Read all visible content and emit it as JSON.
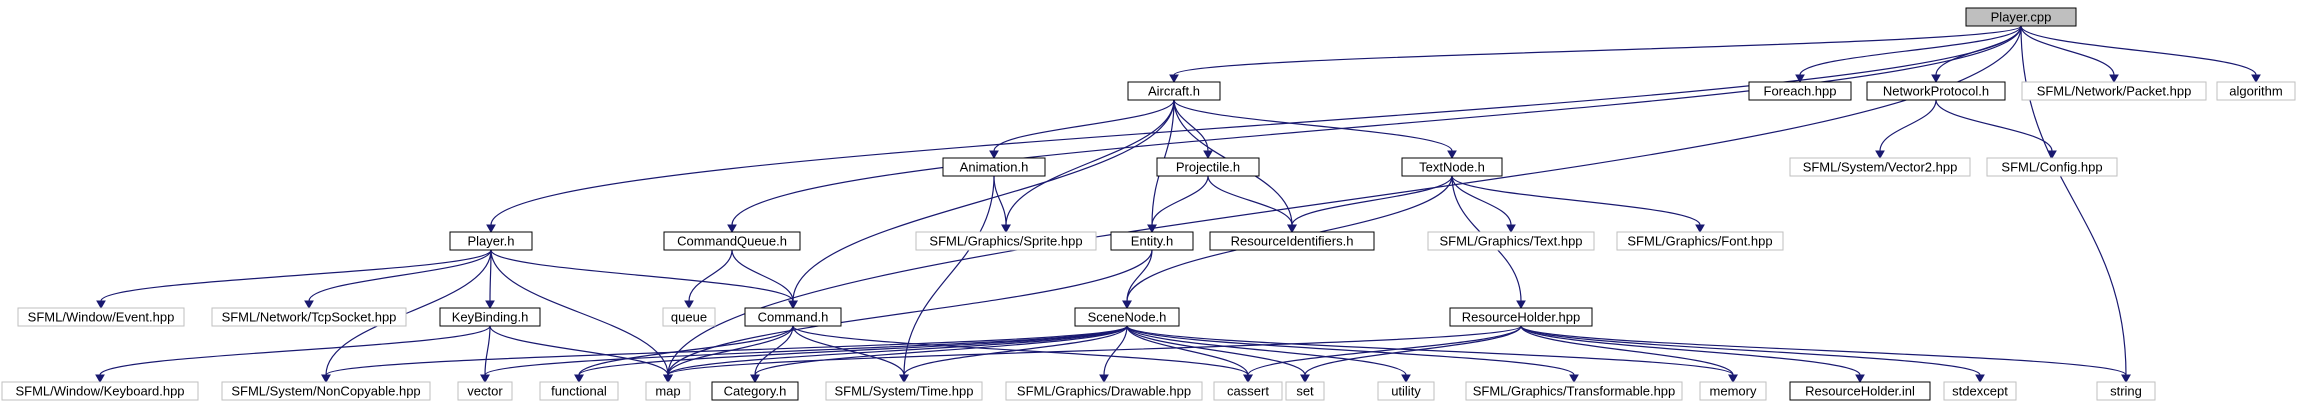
{
  "graph": {
    "nodes": [
      {
        "id": "player_cpp",
        "label": "Player.cpp",
        "kind": "root"
      },
      {
        "id": "aircraft_h",
        "label": "Aircraft.h",
        "kind": "local"
      },
      {
        "id": "foreach_hpp",
        "label": "Foreach.hpp",
        "kind": "local"
      },
      {
        "id": "networkprotocol_h",
        "label": "NetworkProtocol.h",
        "kind": "local"
      },
      {
        "id": "sfml_packet",
        "label": "SFML/Network/Packet.hpp",
        "kind": "external"
      },
      {
        "id": "algorithm",
        "label": "algorithm",
        "kind": "external"
      },
      {
        "id": "sfml_vector2",
        "label": "SFML/System/Vector2.hpp",
        "kind": "external"
      },
      {
        "id": "sfml_config",
        "label": "SFML/Config.hpp",
        "kind": "external"
      },
      {
        "id": "animation_h",
        "label": "Animation.h",
        "kind": "local"
      },
      {
        "id": "projectile_h",
        "label": "Projectile.h",
        "kind": "local"
      },
      {
        "id": "textnode_h",
        "label": "TextNode.h",
        "kind": "local"
      },
      {
        "id": "player_h",
        "label": "Player.h",
        "kind": "local"
      },
      {
        "id": "commandqueue_h",
        "label": "CommandQueue.h",
        "kind": "local"
      },
      {
        "id": "sfml_sprite",
        "label": "SFML/Graphics/Sprite.hpp",
        "kind": "external"
      },
      {
        "id": "entity_h",
        "label": "Entity.h",
        "kind": "local"
      },
      {
        "id": "resourceidentifiers_h",
        "label": "ResourceIdentifiers.h",
        "kind": "local"
      },
      {
        "id": "sfml_text",
        "label": "SFML/Graphics/Text.hpp",
        "kind": "external"
      },
      {
        "id": "sfml_font",
        "label": "SFML/Graphics/Font.hpp",
        "kind": "external"
      },
      {
        "id": "sfml_event",
        "label": "SFML/Window/Event.hpp",
        "kind": "external"
      },
      {
        "id": "sfml_tcpsocket",
        "label": "SFML/Network/TcpSocket.hpp",
        "kind": "external"
      },
      {
        "id": "keybinding_h",
        "label": "KeyBinding.h",
        "kind": "local"
      },
      {
        "id": "queue",
        "label": "queue",
        "kind": "external"
      },
      {
        "id": "command_h",
        "label": "Command.h",
        "kind": "local"
      },
      {
        "id": "scenenode_h",
        "label": "SceneNode.h",
        "kind": "local"
      },
      {
        "id": "resourceholder_hpp",
        "label": "ResourceHolder.hpp",
        "kind": "local"
      },
      {
        "id": "sfml_keyboard",
        "label": "SFML/Window/Keyboard.hpp",
        "kind": "external"
      },
      {
        "id": "sfml_noncopyable",
        "label": "SFML/System/NonCopyable.hpp",
        "kind": "external"
      },
      {
        "id": "vector",
        "label": "vector",
        "kind": "external"
      },
      {
        "id": "functional",
        "label": "functional",
        "kind": "external"
      },
      {
        "id": "map",
        "label": "map",
        "kind": "external"
      },
      {
        "id": "category_h",
        "label": "Category.h",
        "kind": "local"
      },
      {
        "id": "sfml_time",
        "label": "SFML/System/Time.hpp",
        "kind": "external"
      },
      {
        "id": "sfml_drawable",
        "label": "SFML/Graphics/Drawable.hpp",
        "kind": "external"
      },
      {
        "id": "cassert",
        "label": "cassert",
        "kind": "external"
      },
      {
        "id": "set",
        "label": "set",
        "kind": "external"
      },
      {
        "id": "utility",
        "label": "utility",
        "kind": "external"
      },
      {
        "id": "sfml_transformable",
        "label": "SFML/Graphics/Transformable.hpp",
        "kind": "external"
      },
      {
        "id": "memory",
        "label": "memory",
        "kind": "external"
      },
      {
        "id": "resourceholder_inl",
        "label": "ResourceHolder.inl",
        "kind": "local"
      },
      {
        "id": "stdexcept",
        "label": "stdexcept",
        "kind": "external"
      },
      {
        "id": "string",
        "label": "string",
        "kind": "external"
      }
    ],
    "edges": [
      [
        "player_cpp",
        "aircraft_h"
      ],
      [
        "player_cpp",
        "foreach_hpp"
      ],
      [
        "player_cpp",
        "networkprotocol_h"
      ],
      [
        "player_cpp",
        "sfml_packet"
      ],
      [
        "player_cpp",
        "algorithm"
      ],
      [
        "player_cpp",
        "string"
      ],
      [
        "player_cpp",
        "player_h"
      ],
      [
        "player_cpp",
        "commandqueue_h"
      ],
      [
        "player_cpp",
        "map"
      ],
      [
        "networkprotocol_h",
        "sfml_vector2"
      ],
      [
        "networkprotocol_h",
        "sfml_config"
      ],
      [
        "aircraft_h",
        "animation_h"
      ],
      [
        "aircraft_h",
        "projectile_h"
      ],
      [
        "aircraft_h",
        "textnode_h"
      ],
      [
        "aircraft_h",
        "sfml_sprite"
      ],
      [
        "aircraft_h",
        "entity_h"
      ],
      [
        "aircraft_h",
        "resourceidentifiers_h"
      ],
      [
        "aircraft_h",
        "command_h"
      ],
      [
        "animation_h",
        "sfml_sprite"
      ],
      [
        "animation_h",
        "sfml_time"
      ],
      [
        "projectile_h",
        "entity_h"
      ],
      [
        "projectile_h",
        "resourceidentifiers_h"
      ],
      [
        "textnode_h",
        "resourceidentifiers_h"
      ],
      [
        "textnode_h",
        "sfml_text"
      ],
      [
        "textnode_h",
        "sfml_font"
      ],
      [
        "textnode_h",
        "resourceholder_hpp"
      ],
      [
        "textnode_h",
        "scenenode_h"
      ],
      [
        "player_h",
        "sfml_event"
      ],
      [
        "player_h",
        "sfml_tcpsocket"
      ],
      [
        "player_h",
        "keybinding_h"
      ],
      [
        "player_h",
        "command_h"
      ],
      [
        "player_h",
        "map"
      ],
      [
        "player_h",
        "sfml_noncopyable"
      ],
      [
        "commandqueue_h",
        "queue"
      ],
      [
        "commandqueue_h",
        "command_h"
      ],
      [
        "entity_h",
        "scenenode_h"
      ],
      [
        "entity_h",
        "map"
      ],
      [
        "keybinding_h",
        "sfml_keyboard"
      ],
      [
        "keybinding_h",
        "vector"
      ],
      [
        "keybinding_h",
        "map"
      ],
      [
        "command_h",
        "functional"
      ],
      [
        "command_h",
        "category_h"
      ],
      [
        "command_h",
        "sfml_time"
      ],
      [
        "command_h",
        "cassert"
      ],
      [
        "command_h",
        "map"
      ],
      [
        "scenenode_h",
        "sfml_noncopyable"
      ],
      [
        "scenenode_h",
        "map"
      ],
      [
        "scenenode_h",
        "category_h"
      ],
      [
        "scenenode_h",
        "sfml_time"
      ],
      [
        "scenenode_h",
        "sfml_drawable"
      ],
      [
        "scenenode_h",
        "cassert"
      ],
      [
        "scenenode_h",
        "set"
      ],
      [
        "scenenode_h",
        "utility"
      ],
      [
        "scenenode_h",
        "sfml_transformable"
      ],
      [
        "scenenode_h",
        "memory"
      ],
      [
        "scenenode_h",
        "vector"
      ],
      [
        "scenenode_h",
        "functional"
      ],
      [
        "resourceholder_hpp",
        "map"
      ],
      [
        "resourceholder_hpp",
        "set"
      ],
      [
        "resourceholder_hpp",
        "memory"
      ],
      [
        "resourceholder_hpp",
        "resourceholder_inl"
      ],
      [
        "resourceholder_hpp",
        "stdexcept"
      ],
      [
        "resourceholder_hpp",
        "string"
      ],
      [
        "resourceholder_hpp",
        "cassert"
      ]
    ]
  },
  "colors": {
    "edge": "#191970",
    "root_fill": "#bfbfbf",
    "root_border": "#000000",
    "local_fill": "#ffffff",
    "local_border": "#000000",
    "external_fill": "#ffffff",
    "external_border": "#bfbfbf",
    "external_text": "#555555"
  }
}
